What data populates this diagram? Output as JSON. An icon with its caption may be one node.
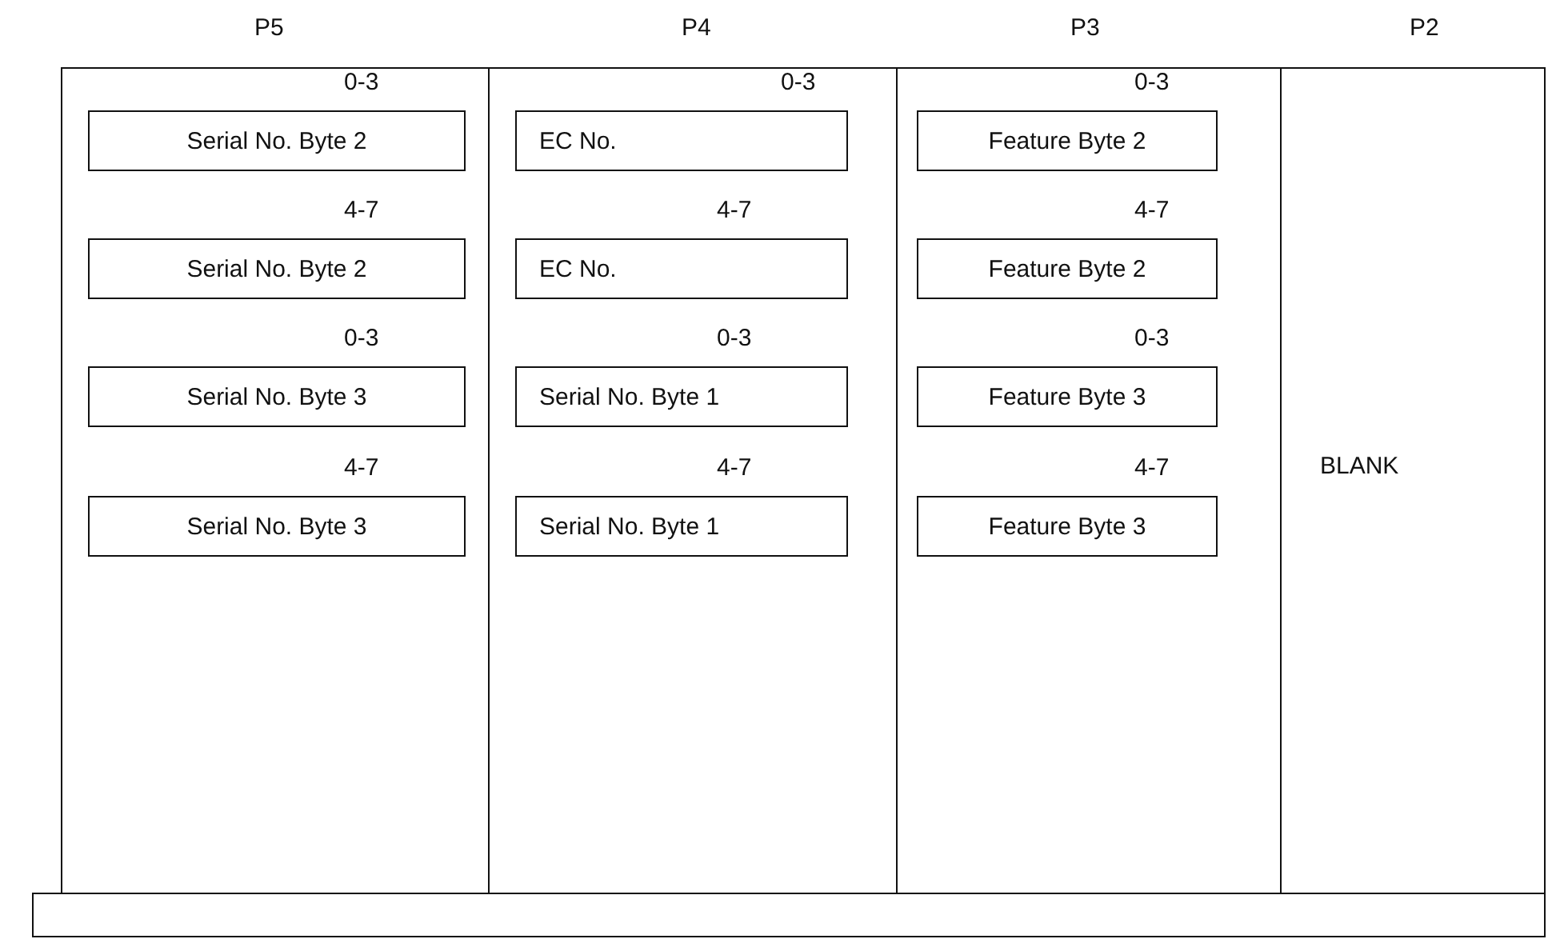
{
  "diagram": {
    "nodes": [
      {
        "text": [
          "P5"
        ]
      },
      {
        "text": [
          "Serial No. Byte 2"
        ],
        "in": 0,
        "beside": [
          "0-3"
        ]
      },
      {
        "text": [
          "Serial No. Byte 2"
        ],
        "in": 0,
        "beside": [
          "4-7"
        ]
      },
      {
        "text": [
          "Serial No. Byte 3"
        ],
        "in": 0,
        "beside": [
          "0-3"
        ]
      },
      {
        "text": [
          "Serial No. Byte 3"
        ],
        "in": 0,
        "beside": [
          "4-7"
        ]
      },
      {
        "text": [
          "P4"
        ]
      },
      {
        "text": [
          "EC No."
        ],
        "in": 5,
        "beside": [
          "0-3"
        ]
      },
      {
        "text": [
          "EC No."
        ],
        "in": 5,
        "beside": [
          "4-7"
        ]
      },
      {
        "text": [
          "Serial No. Byte 1"
        ],
        "in": 5,
        "beside": [
          "0-3"
        ]
      },
      {
        "text": [
          "Serial No. Byte 1"
        ],
        "in": 5,
        "beside": [
          "4-7"
        ]
      },
      {
        "text": [
          "P3"
        ]
      },
      {
        "text": [
          "Feature Byte 2"
        ],
        "in": 10,
        "beside": [
          "0-3"
        ]
      },
      {
        "text": [
          "Feature Byte 2"
        ],
        "in": 10,
        "beside": [
          "4-7"
        ]
      },
      {
        "text": [
          "Feature Byte 3"
        ],
        "in": 10,
        "beside": [
          "0-3"
        ]
      },
      {
        "text": [
          "Feature Byte 3"
        ],
        "in": 10,
        "beside": [
          "4-7"
        ]
      },
      {
        "text": [
          "P2",
          "BLANK"
        ]
      },
      {
        "text": [],
        "shape": "bar"
      }
    ]
  }
}
